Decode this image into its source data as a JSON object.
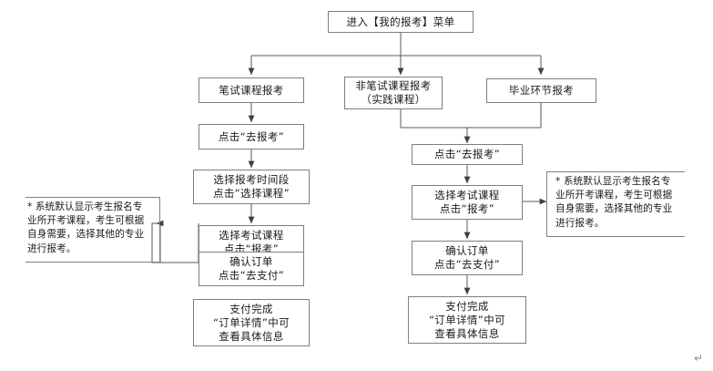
{
  "document": {
    "type": "flowchart",
    "title_node": "进入【我的报考】菜单",
    "pilcrow": "↵"
  },
  "nodes": {
    "start": {
      "lines": [
        "进入【我的报考】菜单"
      ]
    },
    "branch_written": {
      "lines": [
        "笔试课程报考"
      ]
    },
    "branch_nonwritten": {
      "lines": [
        "非笔试课程报考",
        "（实践课程）"
      ]
    },
    "branch_graduation": {
      "lines": [
        "毕业环节报考"
      ]
    },
    "left_click_apply": {
      "lines": [
        "点击“去报考”"
      ]
    },
    "left_select_period": {
      "lines": [
        "选择报考时间段",
        "点击“选择课程”"
      ]
    },
    "left_select_course": {
      "lines": [
        "选择考试课程",
        "点击“报考”"
      ]
    },
    "left_confirm_order": {
      "lines": [
        "确认订单",
        "点击“去支付”"
      ]
    },
    "left_pay_done": {
      "lines": [
        "支付完成",
        "“订单详情”中可",
        "查看具体信息"
      ]
    },
    "right_click_apply": {
      "lines": [
        "点击“去报考”"
      ]
    },
    "right_select_course": {
      "lines": [
        "选择考试课程",
        "点击“报考”"
      ]
    },
    "right_confirm_order": {
      "lines": [
        "确认订单",
        "点击“去支付”"
      ]
    },
    "right_pay_done": {
      "lines": [
        "支付完成",
        "“订单详情”中可",
        "查看具体信息"
      ]
    }
  },
  "notes": {
    "left": {
      "lines": [
        "* 系统默认显示考生报名专",
        "业所开考课程，考生可根据",
        "自身需要，选择其他的专业",
        "进行报考。"
      ]
    },
    "right": {
      "lines": [
        "* 系统默认显示考生报名专",
        "业所开考课程，考生可根据",
        "自身需要，选择其他的专业",
        "进行报考。"
      ]
    }
  },
  "colors": {
    "box_border": "#7f7f7f",
    "line": "#595959",
    "text": "#1a1a1a",
    "background": "#ffffff"
  }
}
